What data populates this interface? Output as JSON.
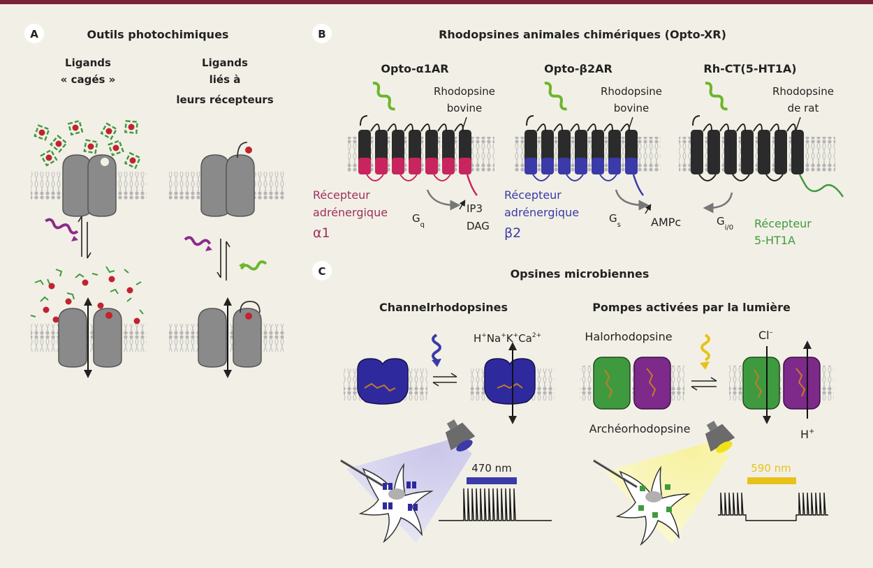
{
  "panels": {
    "a": {
      "letter": "A",
      "title": "Outils photochimiques",
      "caged_label": [
        "Ligands",
        "« cagés »"
      ],
      "tethered_label": [
        "Ligands",
        "liés à",
        "leurs récepteurs"
      ]
    },
    "b": {
      "letter": "B",
      "title": "Rhodopsines animales chimériques (Opto-XR)",
      "constructs": [
        {
          "name_prefix": "Opto-",
          "name_greek": "α",
          "name_suffix": "1AR",
          "host": [
            "Rhodopsine",
            "bovine"
          ],
          "receptor": [
            "Récepteur",
            "adrénergique"
          ],
          "receptor_greek": "α1",
          "g_protein": "G",
          "g_sub": "q",
          "products": [
            "IP3",
            "DAG"
          ],
          "color": "#c8255e"
        },
        {
          "name_prefix": "Opto-",
          "name_greek": "β",
          "name_suffix": "2AR",
          "host": [
            "Rhodopsine",
            "bovine"
          ],
          "receptor": [
            "Récepteur",
            "adrénergique"
          ],
          "receptor_greek": "β2",
          "g_protein": "G",
          "g_sub": "s",
          "products": [
            "AMPc"
          ],
          "color": "#3a3aa8"
        },
        {
          "name_prefix": "Rh-CT(5-HT1A)",
          "name_greek": "",
          "name_suffix": "",
          "host": [
            "Rhodopsine",
            "de rat"
          ],
          "receptor": [
            "Récepteur",
            "5-HT1A"
          ],
          "receptor_greek": "",
          "g_protein": "G",
          "g_sub": "i/0",
          "products": [],
          "color": "#3f9a3f"
        }
      ]
    },
    "c": {
      "letter": "C",
      "title": "Opsines microbiennes",
      "channel_title": "Channelrhodopsines",
      "pump_title": "Pompes activées par la lumière",
      "ions": {
        "h": "H",
        "na": "Na",
        "k": "K",
        "ca": "Ca",
        "ca_charge": "2+",
        "plus": "+"
      },
      "halo": "Halorhodopsine",
      "arch": "Archéorhodopsine",
      "cl": "Cl",
      "cl_charge": "–",
      "hplus": "H",
      "wavelength_blue": "470 nm",
      "wavelength_yellow": "590 nm"
    }
  },
  "colors": {
    "background": "#f2f0e6",
    "top_bar": "#7a2236",
    "magenta": "#c8255e",
    "blue": "#3a3aa8",
    "green": "#3f9a3f",
    "light_green": "#6cb52d",
    "purple": "#8e2a8e",
    "yellow": "#e8c21a",
    "dark": "#2e2e2e"
  }
}
